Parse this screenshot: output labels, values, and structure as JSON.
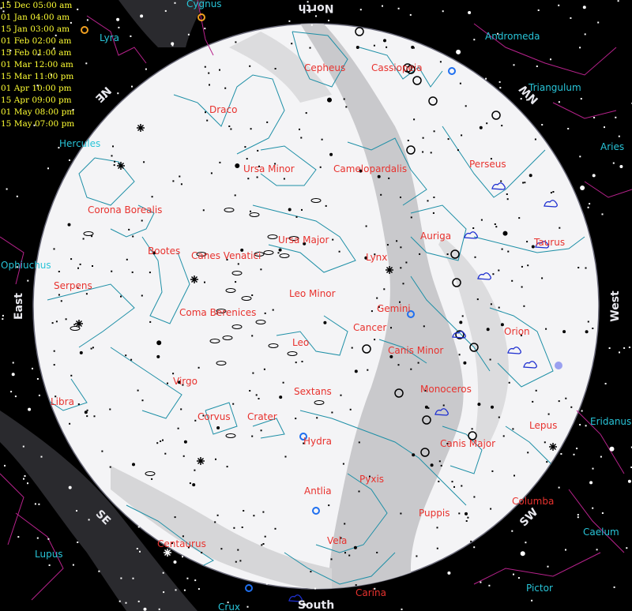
{
  "colors": {
    "background": "#000000",
    "sky_disc": "#f4f4f6",
    "milky_way": "#c9c9cc",
    "inside_label": "#e8322e",
    "outside_label": "#28c4d8",
    "cardinal": "#e8e8ee",
    "times": "#ffff33",
    "constellation_line_inside": "#1d8fa6",
    "constellation_line_outside": "#b8228c",
    "star_inside": "#000000",
    "star_outside": "#ffffff"
  },
  "view_times": [
    "15 Dec 05:00 am",
    "01 Jan 04:00 am",
    "15 Jan 03:00 am",
    "01 Feb 02:00 am",
    "15 Feb 01:00 am",
    "01 Mar 12:00 am",
    "15 Mar 11:00 pm",
    "01 Apr 10:00 pm",
    "15 Apr 09:00 pm",
    "01 May 08:00 pm",
    "15 May 07:00 pm"
  ],
  "directions": {
    "north": "North",
    "south": "South",
    "east": "East",
    "west": "West",
    "ne": "NE",
    "nw": "NW",
    "se": "SE",
    "sw": "SW"
  },
  "constellations_visible": [
    "Cepheus",
    "Cassiopeia",
    "Draco",
    "Ursa Minor",
    "Camelopardalis",
    "Perseus",
    "Hercules",
    "Corona Borealis",
    "Ursa Major",
    "Auriga",
    "Taurus",
    "Bootes",
    "Canes Venatici",
    "Lynx",
    "Serpens",
    "Leo Minor",
    "Gemini",
    "Coma Berenices",
    "Cancer",
    "Orion",
    "Leo",
    "Canis Minor",
    "Virgo",
    "Sextans",
    "Monoceros",
    "Libra",
    "Corvus",
    "Crater",
    "Hydra",
    "Lepus",
    "Canis Major",
    "Pyxis",
    "Antlia",
    "Columba",
    "Puppis",
    "Centaurus",
    "Vela",
    "Carina"
  ],
  "constellations_outside": [
    "Cygnus",
    "Lyra",
    "Andromeda",
    "Triangulum",
    "Aries",
    "Ophiuchus",
    "Eridanus",
    "Caelum",
    "Lupus",
    "Pictor",
    "Crux"
  ]
}
